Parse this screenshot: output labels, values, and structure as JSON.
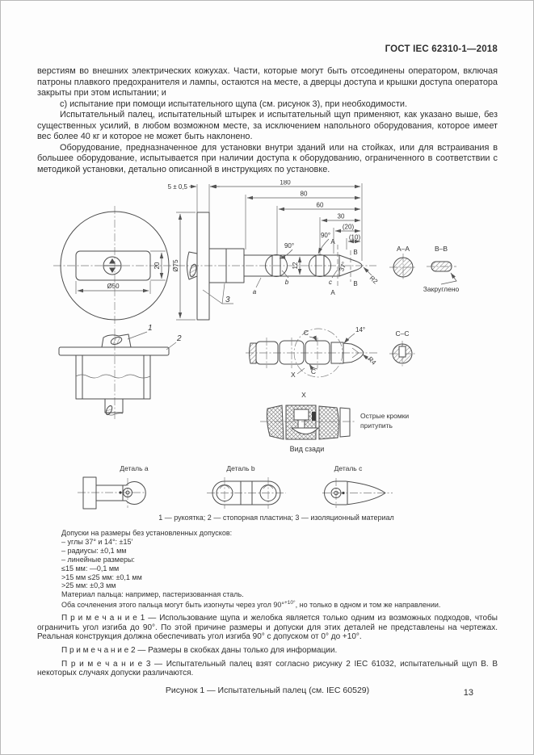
{
  "page": {
    "header": "ГОСТ IEC 62310-1—2018",
    "caption": "Рисунок 1 — Испытательный палец (см. IEC 60529)",
    "page_number": "13"
  },
  "body": {
    "p1": "верстиям во внешних электрических кожухах. Части, которые могут быть отсоединены оператором, включая патроны плавкого предохранителя и лампы, остаются на месте, а дверцы доступа и крышки доступа оператора закрыты при этом испытании; и",
    "item_c": "с)  испытание при помощи испытательного щупа (см. рисунок 3), при необходимости.",
    "p2": "Испытательный палец, испытательный штырек и испытательный щуп применяют, как указано выше, без существенных усилий, в любом возможном месте, за исключением напольного оборудования, которое имеет вес более 40 кг и которое не может быть наклонено.",
    "p3": "Оборудование, предназначенное для установки внутри зданий или на стойках, или для встраивания в большее оборудование, испытывается при наличии доступа к оборудованию, ограниченного в соответствии с методикой установки, детально описанной в инструкциях по установке."
  },
  "figure": {
    "labels": {
      "dim_5": "5 ± 0,5",
      "dim_180": "180",
      "dim_80": "80",
      "dim_60": "60",
      "dim_30": "30",
      "dim_20p": "(20)",
      "dim_10p": "(10)",
      "dia_50": "Ø50",
      "dim_20": "20",
      "dia_75": "Ø75",
      "dim_12": "12",
      "ang_90": "90°",
      "ang_37": "37°",
      "ang_14": "14°",
      "r2": "R2",
      "r4": "R4",
      "sec_a": "A",
      "sec_b": "B",
      "sec_c": "C",
      "x": "X",
      "sec_aa": "A–A",
      "sec_bb": "B–B",
      "sec_cc": "C–C",
      "rounded": "Закруглено",
      "sharp1": "Острые кромки",
      "sharp2": "притупить",
      "rear_view": "Вид сзади",
      "part1": "1",
      "part2": "2",
      "part3": "3",
      "pa": "a",
      "pb": "b",
      "pc": "c",
      "detail_a": "Деталь a",
      "detail_b": "Деталь b",
      "detail_c": "Деталь c"
    },
    "legend": "1 — рукоятка; 2 — стопорная пластина; 3 — изоляционный материал"
  },
  "tolerances": {
    "intro": "Допуски на размеры без установленных допусков:",
    "lines": [
      "– углы 37° и 14°: ±15′",
      "– радиусы: ±0,1 мм",
      "– линейные размеры:",
      "≤15 мм: —0,1 мм",
      ">15 мм ≤25 мм: ±0,1 мм",
      ">25 мм: ±0,3 мм",
      "Материал пальца: например, пастеризованная сталь."
    ],
    "bend_pre": "Оба сочленения этого пальца могут быть изогнуты через угол 90°",
    "bend_sup": "+10°",
    "bend_post": ", но только в одном и том же направлении."
  },
  "notes": {
    "n1": "П р и м е ч а н и е  1 — Использование щупа и желобка является только одним из возможных подходов, чтобы ограничить угол изгиба до 90°. По этой причине размеры и допуски для этих деталей не представлены на чертежах. Реальная конструкция должна обеспечивать угол изгиба 90° с допуском от 0° до +10°.",
    "n2": "П р и м е ч а н и е  2 — Размеры в скобках даны только для информации.",
    "n3": "П р и м е ч а н и е  3 — Испытательный палец взят согласно рисунку 2 IEC 61032, испытательный щуп B. В некоторых случаях допуски различаются."
  }
}
